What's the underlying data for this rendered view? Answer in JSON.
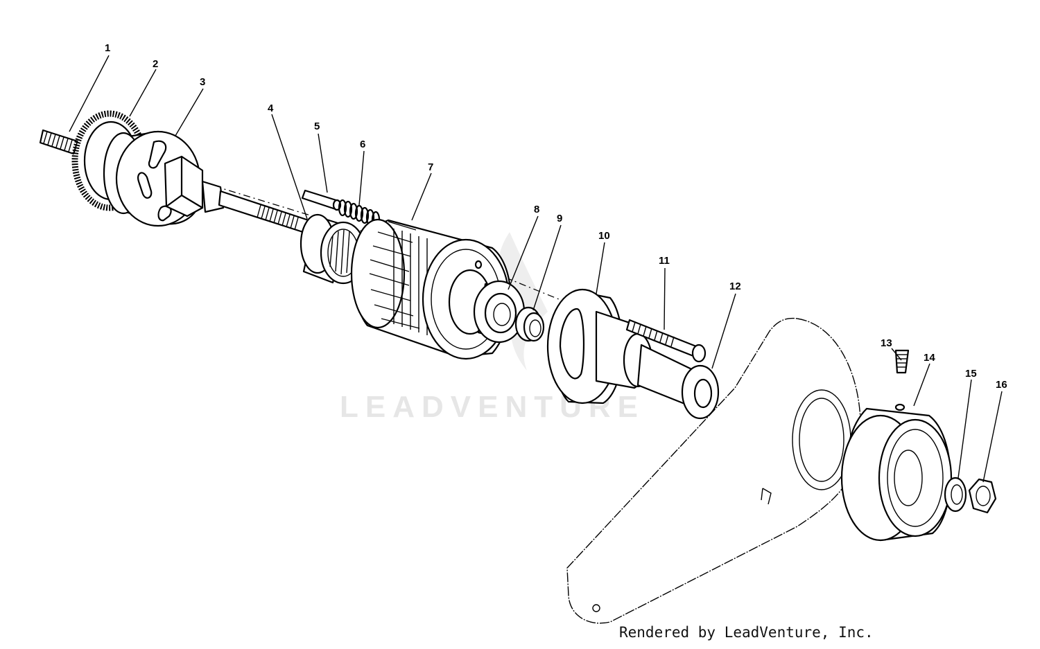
{
  "diagram": {
    "watermark": "LEADVENTURE",
    "credit": "Rendered by LeadVenture, Inc.",
    "callouts": [
      {
        "id": "1",
        "text": "1"
      },
      {
        "id": "2",
        "text": "2"
      },
      {
        "id": "3",
        "text": "3"
      },
      {
        "id": "4",
        "text": "4"
      },
      {
        "id": "5",
        "text": "5"
      },
      {
        "id": "6",
        "text": "6"
      },
      {
        "id": "7",
        "text": "7"
      },
      {
        "id": "8",
        "text": "8"
      },
      {
        "id": "9",
        "text": "9"
      },
      {
        "id": "10",
        "text": "10"
      },
      {
        "id": "11",
        "text": "11"
      },
      {
        "id": "12",
        "text": "12"
      },
      {
        "id": "13",
        "text": "13"
      },
      {
        "id": "14",
        "text": "14"
      },
      {
        "id": "15",
        "text": "15"
      },
      {
        "id": "16",
        "text": "16"
      }
    ]
  }
}
